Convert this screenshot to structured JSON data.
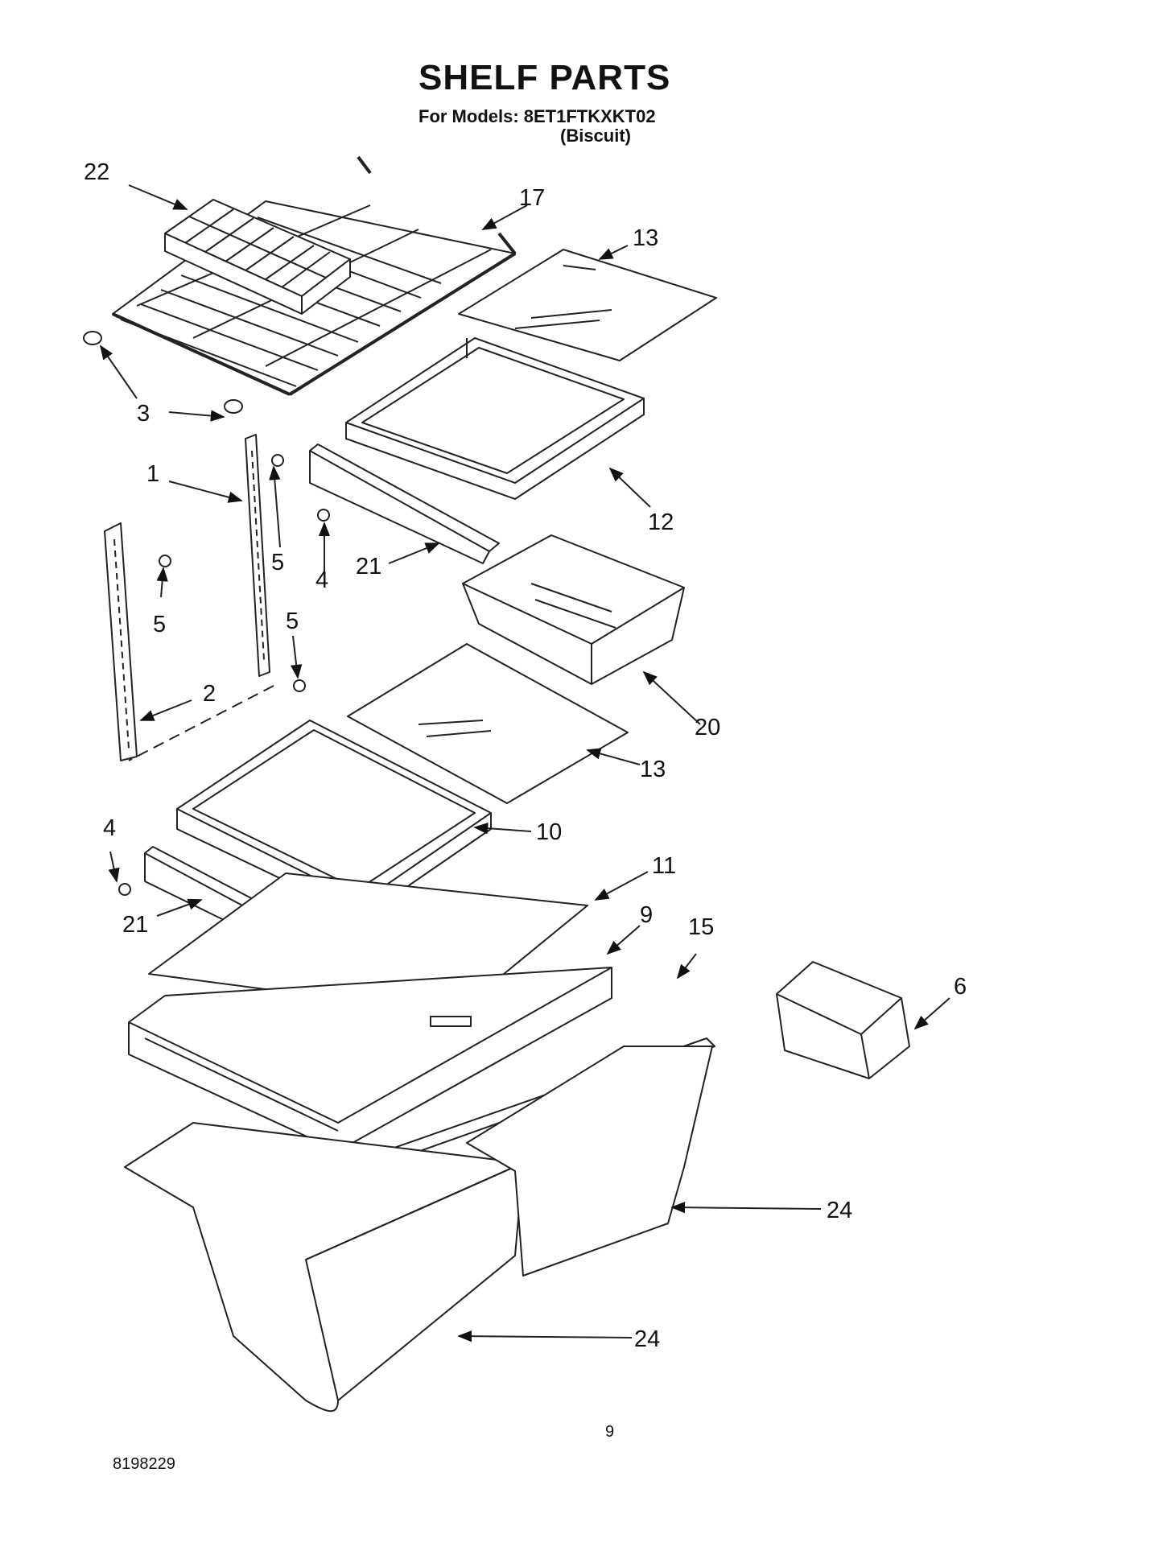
{
  "header": {
    "title": "SHELF PARTS",
    "subtitle": "For Models: 8ET1FTKXKT02",
    "variant": "(Biscuit)"
  },
  "callouts": [
    {
      "key": "c22",
      "label": "22"
    },
    {
      "key": "c17",
      "label": "17"
    },
    {
      "key": "c13a",
      "label": "13"
    },
    {
      "key": "c3",
      "label": "3"
    },
    {
      "key": "c1",
      "label": "1"
    },
    {
      "key": "c12",
      "label": "12"
    },
    {
      "key": "c5a",
      "label": "5"
    },
    {
      "key": "c4a",
      "label": "4"
    },
    {
      "key": "c21a",
      "label": "21"
    },
    {
      "key": "c5b",
      "label": "5"
    },
    {
      "key": "c5c",
      "label": "5"
    },
    {
      "key": "c2",
      "label": "2"
    },
    {
      "key": "c20",
      "label": "20"
    },
    {
      "key": "c13b",
      "label": "13"
    },
    {
      "key": "c10",
      "label": "10"
    },
    {
      "key": "c4b",
      "label": "4"
    },
    {
      "key": "c11",
      "label": "11"
    },
    {
      "key": "c21b",
      "label": "21"
    },
    {
      "key": "c9",
      "label": "9"
    },
    {
      "key": "c15",
      "label": "15"
    },
    {
      "key": "c6",
      "label": "6"
    },
    {
      "key": "c24a",
      "label": "24"
    },
    {
      "key": "c24b",
      "label": "24"
    }
  ],
  "footer": {
    "page_number": "9",
    "document_number": "8198229"
  }
}
